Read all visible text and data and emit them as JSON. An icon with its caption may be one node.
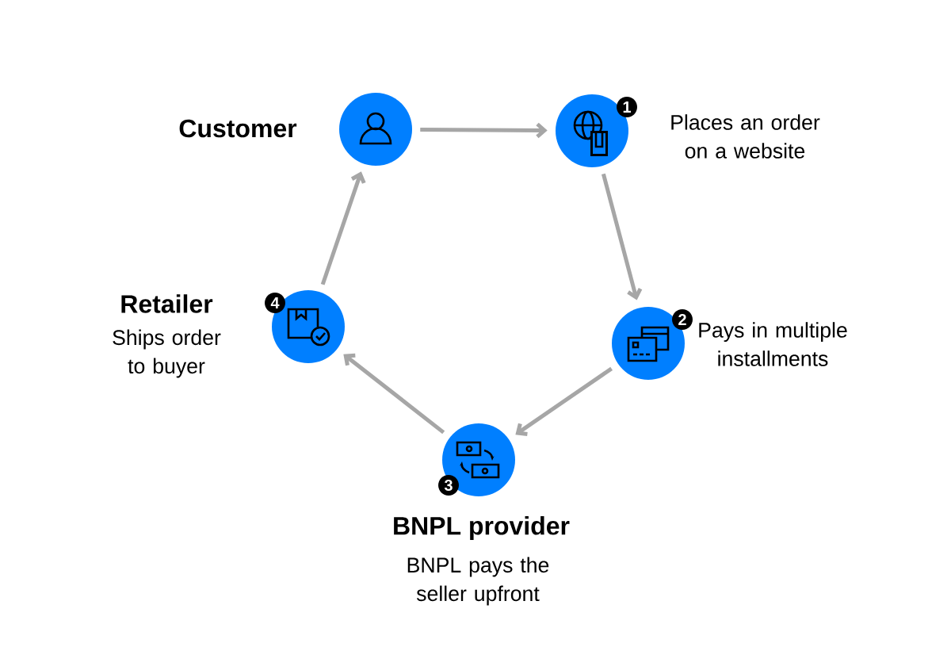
{
  "diagram": {
    "nodes": [
      {
        "text": [],
        "shape": "circle",
        "beside": [
          "Customer"
        ]
      },
      {
        "text": [],
        "shape": "circle",
        "beside": [
          "Places an order on a website"
        ]
      },
      {
        "text": [],
        "shape": "circle",
        "beside": [
          "Pays in multiple installments"
        ]
      },
      {
        "text": [],
        "shape": "circle",
        "beside": [
          "BNPL provider",
          "BNPL pays the seller upfront"
        ]
      },
      {
        "text": [],
        "shape": "circle",
        "beside": [
          "Retailer",
          "Ships order to buyer"
        ]
      }
    ],
    "edges": [
      {
        "from": 0,
        "to": 1,
        "arrow": "to"
      },
      {
        "from": 1,
        "to": 2,
        "arrow": "to"
      },
      {
        "from": 2,
        "to": 3,
        "arrow": "to"
      },
      {
        "from": 3,
        "to": 4,
        "arrow": "to"
      },
      {
        "from": 4,
        "to": 0,
        "arrow": "to"
      }
    ],
    "labels": [
      "1",
      "2",
      "3",
      "4"
    ]
  }
}
